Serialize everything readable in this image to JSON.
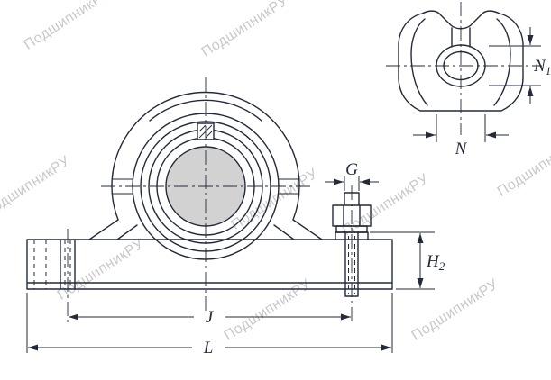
{
  "watermark": {
    "text": "ПодшипникРУ"
  },
  "dimensions": {
    "G": {
      "label": "G"
    },
    "H2": {
      "base": "H",
      "sub": "2"
    },
    "J": {
      "label": "J"
    },
    "L": {
      "label": "L"
    },
    "N": {
      "label": "N"
    },
    "N1": {
      "base": "N",
      "sub": "1"
    }
  },
  "colors": {
    "line": "#232a3a",
    "shaft_fill": "#d2d2d2",
    "watermark": "#c9c9c9",
    "background": "#ffffff"
  }
}
